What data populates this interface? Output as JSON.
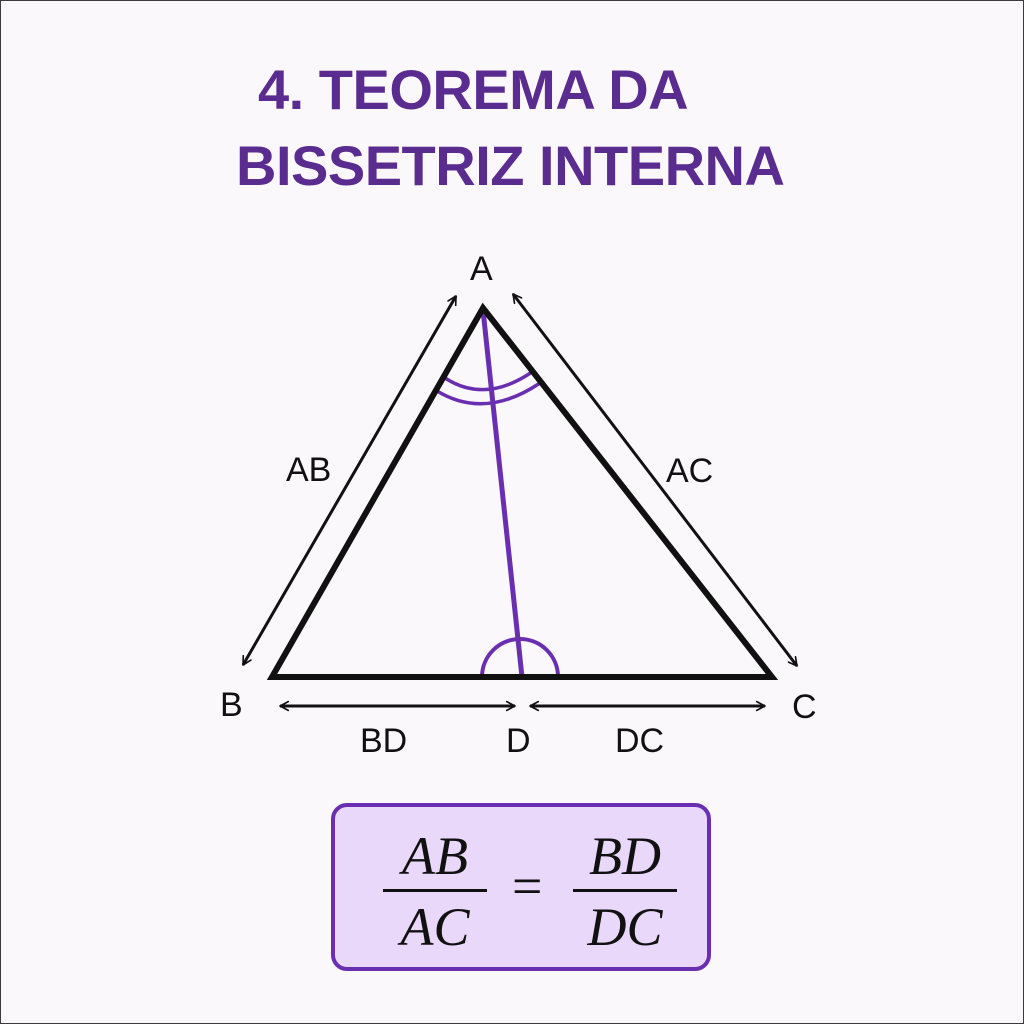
{
  "title": {
    "line1": "4. TEOREMA DA",
    "line2": "BISSETRIZ INTERNA",
    "color": "#5b2c8f"
  },
  "diagram": {
    "vertices": {
      "A": "A",
      "B": "B",
      "C": "C",
      "D": "D"
    },
    "side_labels": {
      "AB": "AB",
      "AC": "AC",
      "BD": "BD",
      "DC": "DC"
    },
    "colors": {
      "triangle": "#111111",
      "bisector": "#6a2fb0"
    }
  },
  "formula": {
    "left_numerator": "AB",
    "left_denominator": "AC",
    "equals": "=",
    "right_numerator": "BD",
    "right_denominator": "DC",
    "box_border": "#6a2fb0",
    "box_fill": "#e9d8fa"
  }
}
